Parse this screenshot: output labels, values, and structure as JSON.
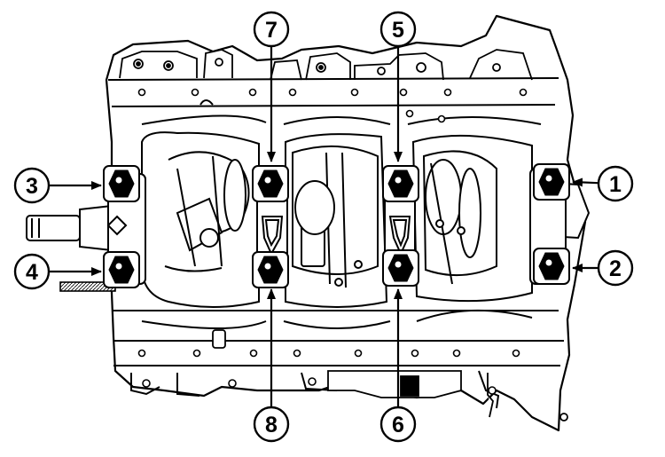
{
  "figure": {
    "subject": "crankcase-main-bearing-cap-bolts",
    "background": "#ffffff",
    "line_color": "#000000",
    "callouts": [
      {
        "id": "c1",
        "label": "1"
      },
      {
        "id": "c2",
        "label": "2"
      },
      {
        "id": "c3",
        "label": "3"
      },
      {
        "id": "c4",
        "label": "4"
      },
      {
        "id": "c5",
        "label": "5"
      },
      {
        "id": "c6",
        "label": "6"
      },
      {
        "id": "c7",
        "label": "7"
      },
      {
        "id": "c8",
        "label": "8"
      }
    ]
  }
}
